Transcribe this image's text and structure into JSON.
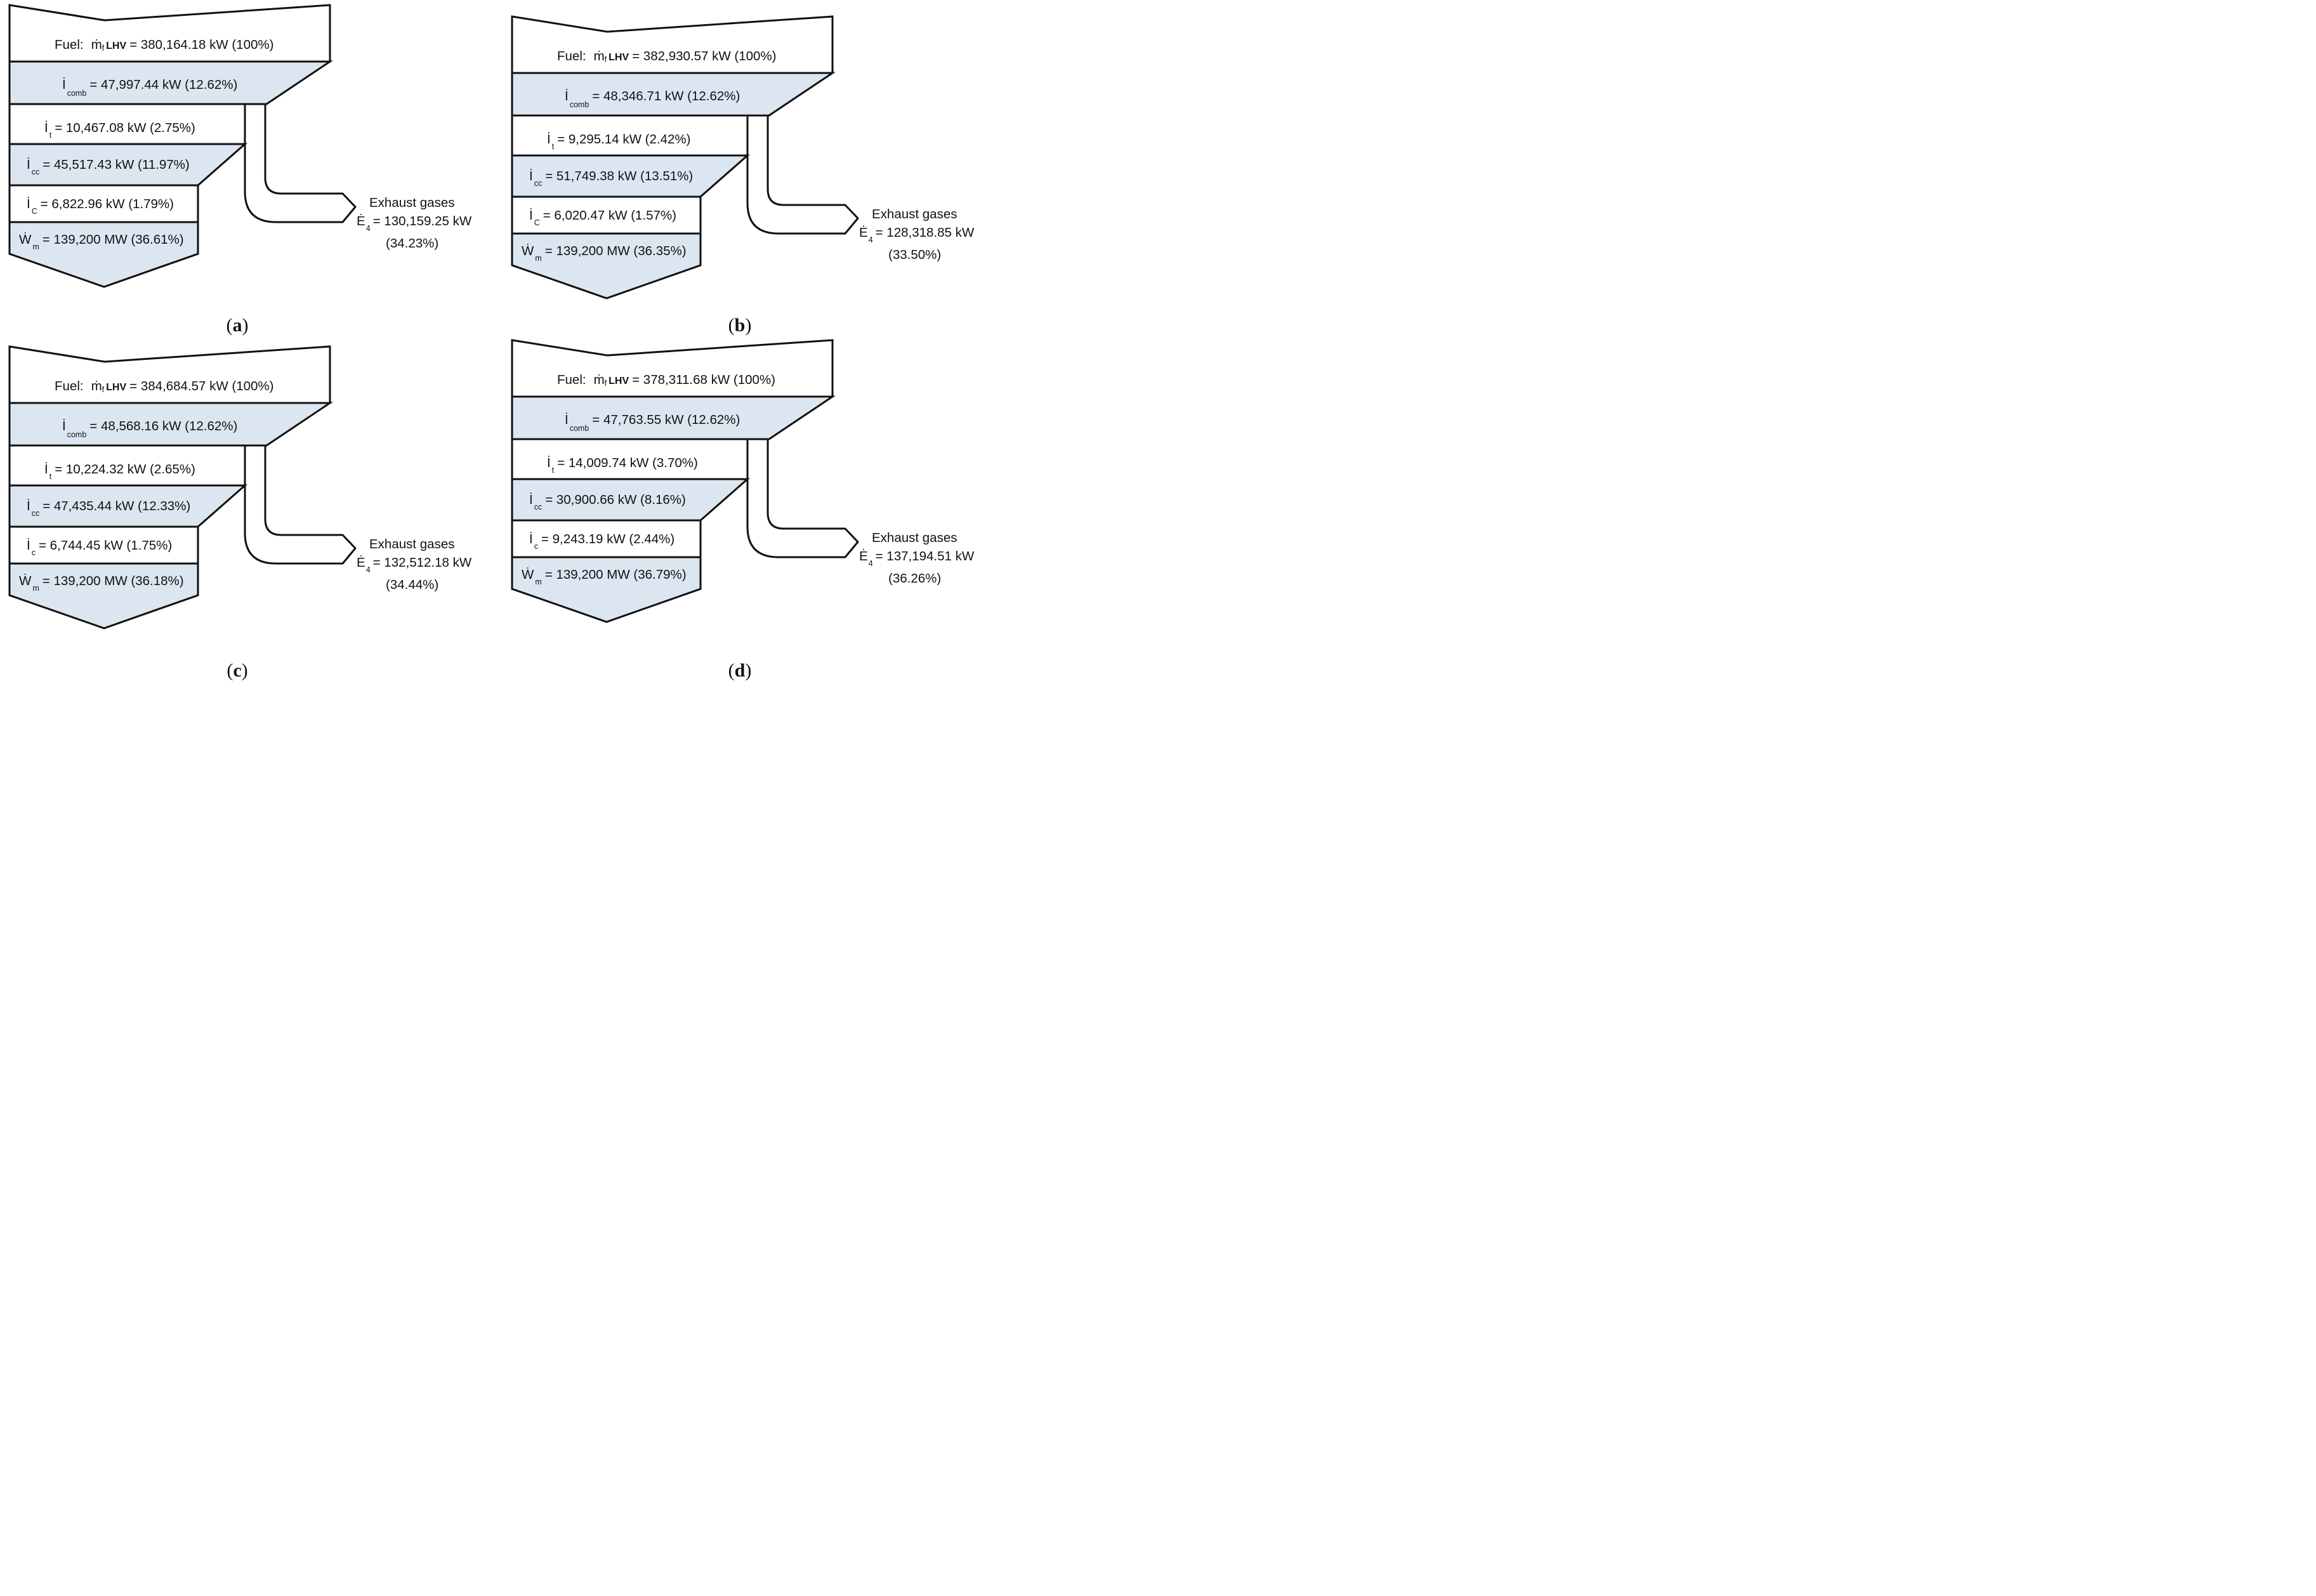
{
  "colors": {
    "stroke": "#111111",
    "band_fill": "#dce6f0",
    "white_fill": "#ffffff"
  },
  "panels": [
    {
      "caption": "a",
      "fuel": {
        "prefix": "Fuel:",
        "mdot_sym": "ṁ",
        "mdot_sub": "f",
        "lhv": "LHV",
        "value": "= 380,164.18 kW (100%)"
      },
      "i_comb": {
        "sym": "İ",
        "sub": "comb",
        "value": "= 47,997.44 kW (12.62%)"
      },
      "i_t": {
        "sym": "İ",
        "sub": "t",
        "value": "= 10,467.08 kW (2.75%)"
      },
      "i_cc": {
        "sym": "İ",
        "sub": "cc",
        "value": "= 45,517.43 kW (11.97%)"
      },
      "i_c": {
        "sym": "İ",
        "sub": "C",
        "value": "= 6,822.96 kW (1.79%)"
      },
      "w_m": {
        "sym": "Ẇ",
        "sub": "m",
        "value": "= 139,200 MW (36.61%)"
      },
      "exhaust": {
        "title": "Exhaust gases",
        "sym": "Ė",
        "sub": "4",
        "value": "= 130,159.25 kW",
        "percent": "(34.23%)"
      }
    },
    {
      "caption": "b",
      "fuel": {
        "prefix": "Fuel:",
        "mdot_sym": "ṁ",
        "mdot_sub": "f",
        "lhv": "LHV",
        "value": "= 382,930.57 kW (100%)"
      },
      "i_comb": {
        "sym": "İ",
        "sub": "comb",
        "value": "= 48,346.71 kW (12.62%)"
      },
      "i_t": {
        "sym": "İ",
        "sub": "t",
        "value": "= 9,295.14 kW (2.42%)"
      },
      "i_cc": {
        "sym": "İ",
        "sub": "cc",
        "value": "= 51,749.38 kW (13.51%)"
      },
      "i_c": {
        "sym": "İ",
        "sub": "C",
        "value": "= 6,020.47 kW (1.57%)"
      },
      "w_m": {
        "sym": "Ẇ",
        "sub": "m",
        "value": "= 139,200 MW (36.35%)"
      },
      "exhaust": {
        "title": "Exhaust gases",
        "sym": "Ė",
        "sub": "4",
        "value": "= 128,318.85 kW",
        "percent": "(33.50%)"
      }
    },
    {
      "caption": "c",
      "fuel": {
        "prefix": "Fuel:",
        "mdot_sym": "ṁ",
        "mdot_sub": "f",
        "lhv": "LHV",
        "value": "= 384,684.57 kW (100%)"
      },
      "i_comb": {
        "sym": "İ",
        "sub": "comb",
        "value": "= 48,568.16 kW (12.62%)"
      },
      "i_t": {
        "sym": "İ",
        "sub": "t",
        "value": "= 10,224.32 kW (2.65%)"
      },
      "i_cc": {
        "sym": "İ",
        "sub": "cc",
        "value": "= 47,435.44 kW (12.33%)"
      },
      "i_c": {
        "sym": "İ",
        "sub": "c",
        "value": "= 6,744.45 kW (1.75%)"
      },
      "w_m": {
        "sym": "Ẇ",
        "sub": "m",
        "value": "= 139,200 MW (36.18%)"
      },
      "exhaust": {
        "title": "Exhaust gases",
        "sym": "Ė",
        "sub": "4",
        "value": "= 132,512.18 kW",
        "percent": "(34.44%)"
      }
    },
    {
      "caption": "d",
      "fuel": {
        "prefix": "Fuel:",
        "mdot_sym": "ṁ",
        "mdot_sub": "f",
        "lhv": "LHV",
        "value": "= 378,311.68 kW (100%)"
      },
      "i_comb": {
        "sym": "İ",
        "sub": "comb",
        "value": "= 47,763.55 kW (12.62%)"
      },
      "i_t": {
        "sym": "İ",
        "sub": "t",
        "value": "= 14,009.74 kW (3.70%)"
      },
      "i_cc": {
        "sym": "İ",
        "sub": "cc",
        "value": "= 30,900.66 kW (8.16%)"
      },
      "i_c": {
        "sym": "İ",
        "sub": "c",
        "value": "= 9,243.19 kW (2.44%)"
      },
      "w_m": {
        "sym": "Ẇ",
        "sub": "m",
        "value": "= 139,200 MW (36.79%)"
      },
      "exhaust": {
        "title": "Exhaust gases",
        "sym": "Ė",
        "sub": "4",
        "value": "= 137,194.51 kW",
        "percent": "(36.26%)"
      }
    }
  ]
}
